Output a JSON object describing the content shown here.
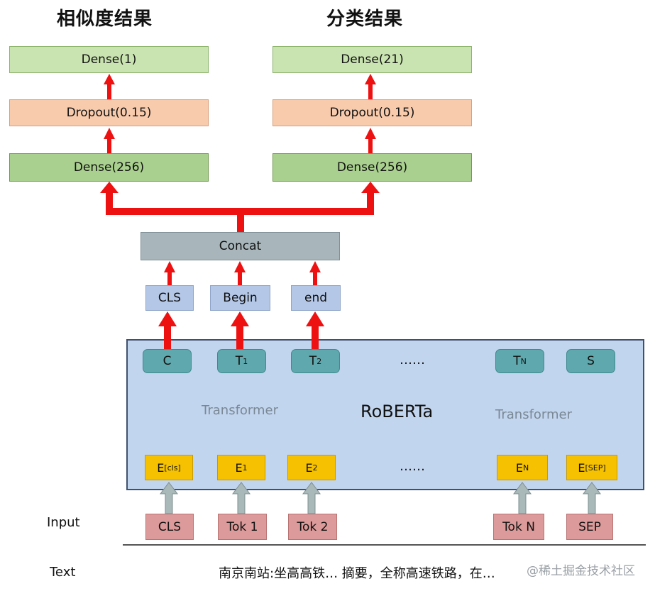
{
  "titles": {
    "similarity": "相似度结果",
    "classification": "分类结果"
  },
  "left_head": {
    "dense_out": "Dense(1)",
    "dropout": "Dropout(0.15)",
    "dense_hidden": "Dense(256)"
  },
  "right_head": {
    "dense_out": "Dense(21)",
    "dropout": "Dropout(0.15)",
    "dense_hidden": "Dense(256)"
  },
  "concat": "Concat",
  "features": [
    "CLS",
    "Begin",
    "end"
  ],
  "model": {
    "name": "RoBERTa",
    "transformer_left": "Transformer",
    "transformer_right": "Transformer",
    "ellipsis_top": "……",
    "ellipsis_bottom": "……",
    "outputs": {
      "c": "C",
      "t1_base": "T",
      "t1_sub": "1",
      "t2_base": "T",
      "t2_sub": "2",
      "tn_base": "T",
      "tn_sub": "N",
      "s": "S"
    },
    "embeddings": {
      "cls_base": "E",
      "cls_sub": "[cls]",
      "e1_base": "E",
      "e1_sub": "1",
      "e2_base": "E",
      "e2_sub": "2",
      "en_base": "E",
      "en_sub": "N",
      "sep_base": "E",
      "sep_sub": "[SEP]"
    }
  },
  "inputs": {
    "label": "Input",
    "tokens": [
      "CLS",
      "Tok 1",
      "Tok 2",
      "Tok N",
      "SEP"
    ]
  },
  "text": {
    "label": "Text",
    "content": "南京南站:坐高高铁… 摘要，全称高速铁路，在…"
  },
  "watermark": "@稀土掘金技术社区",
  "colors": {
    "arrow_red": "#ee1111",
    "arrow_gray": "#a9b9b9",
    "bert_border": "#40516e"
  }
}
